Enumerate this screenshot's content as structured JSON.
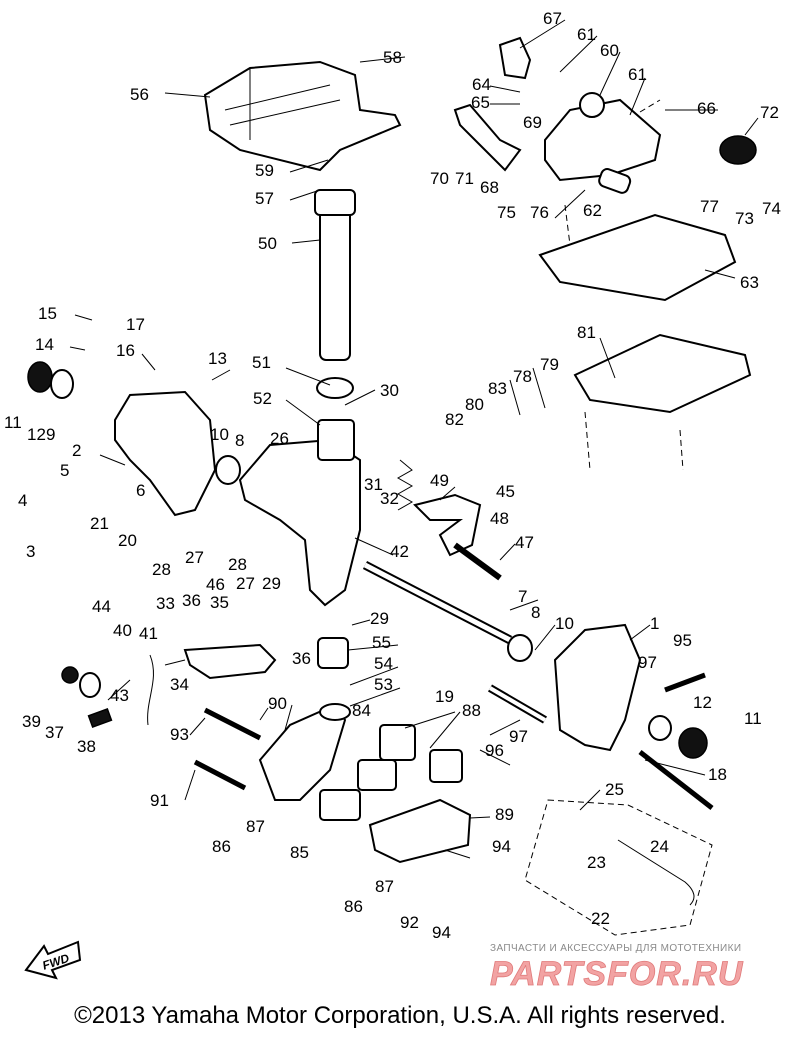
{
  "callouts": [
    {
      "num": "67"
    },
    {
      "num": "61"
    },
    {
      "num": "58"
    },
    {
      "num": "60"
    },
    {
      "num": "56"
    },
    {
      "num": "64"
    },
    {
      "num": "65"
    },
    {
      "num": "61"
    },
    {
      "num": "66"
    },
    {
      "num": "72"
    },
    {
      "num": "69"
    },
    {
      "num": "59"
    },
    {
      "num": "57"
    },
    {
      "num": "70"
    },
    {
      "num": "71"
    },
    {
      "num": "68"
    },
    {
      "num": "75"
    },
    {
      "num": "76"
    },
    {
      "num": "62"
    },
    {
      "num": "77"
    },
    {
      "num": "73"
    },
    {
      "num": "74"
    },
    {
      "num": "50"
    },
    {
      "num": "63"
    },
    {
      "num": "15"
    },
    {
      "num": "17"
    },
    {
      "num": "81"
    },
    {
      "num": "14"
    },
    {
      "num": "16"
    },
    {
      "num": "13"
    },
    {
      "num": "51"
    },
    {
      "num": "79"
    },
    {
      "num": "78"
    },
    {
      "num": "83"
    },
    {
      "num": "30"
    },
    {
      "num": "11"
    },
    {
      "num": "12"
    },
    {
      "num": "9"
    },
    {
      "num": "52"
    },
    {
      "num": "80"
    },
    {
      "num": "82"
    },
    {
      "num": "10"
    },
    {
      "num": "8"
    },
    {
      "num": "26"
    },
    {
      "num": "2"
    },
    {
      "num": "49"
    },
    {
      "num": "5"
    },
    {
      "num": "6"
    },
    {
      "num": "4"
    },
    {
      "num": "31"
    },
    {
      "num": "32"
    },
    {
      "num": "45"
    },
    {
      "num": "21"
    },
    {
      "num": "48"
    },
    {
      "num": "20"
    },
    {
      "num": "3"
    },
    {
      "num": "47"
    },
    {
      "num": "27"
    },
    {
      "num": "28"
    },
    {
      "num": "42"
    },
    {
      "num": "28"
    },
    {
      "num": "27"
    },
    {
      "num": "29"
    },
    {
      "num": "46"
    },
    {
      "num": "33"
    },
    {
      "num": "36"
    },
    {
      "num": "35"
    },
    {
      "num": "7"
    },
    {
      "num": "44"
    },
    {
      "num": "8"
    },
    {
      "num": "10"
    },
    {
      "num": "1"
    },
    {
      "num": "29"
    },
    {
      "num": "40"
    },
    {
      "num": "41"
    },
    {
      "num": "95"
    },
    {
      "num": "55"
    },
    {
      "num": "97"
    },
    {
      "num": "36"
    },
    {
      "num": "54"
    },
    {
      "num": "34"
    },
    {
      "num": "53"
    },
    {
      "num": "43"
    },
    {
      "num": "19"
    },
    {
      "num": "39"
    },
    {
      "num": "90"
    },
    {
      "num": "84"
    },
    {
      "num": "88"
    },
    {
      "num": "12"
    },
    {
      "num": "11"
    },
    {
      "num": "37"
    },
    {
      "num": "38"
    },
    {
      "num": "93"
    },
    {
      "num": "97"
    },
    {
      "num": "96"
    },
    {
      "num": "18"
    },
    {
      "num": "25"
    },
    {
      "num": "91"
    },
    {
      "num": "87"
    },
    {
      "num": "89"
    },
    {
      "num": "24"
    },
    {
      "num": "86"
    },
    {
      "num": "85"
    },
    {
      "num": "94"
    },
    {
      "num": "23"
    },
    {
      "num": "87"
    },
    {
      "num": "86"
    },
    {
      "num": "22"
    },
    {
      "num": "92"
    },
    {
      "num": "94"
    }
  ],
  "badge": {
    "label": "FWD"
  },
  "watermark": {
    "subtitle": "ЗАПЧАСТИ И АКСЕССУАРЫ ДЛЯ МОТОТЕХНИКИ",
    "logo_text": "PARTSFOR.RU"
  },
  "footer": {
    "copyright": "©2013 Yamaha Motor Corporation, U.S.A. All rights reserved."
  }
}
